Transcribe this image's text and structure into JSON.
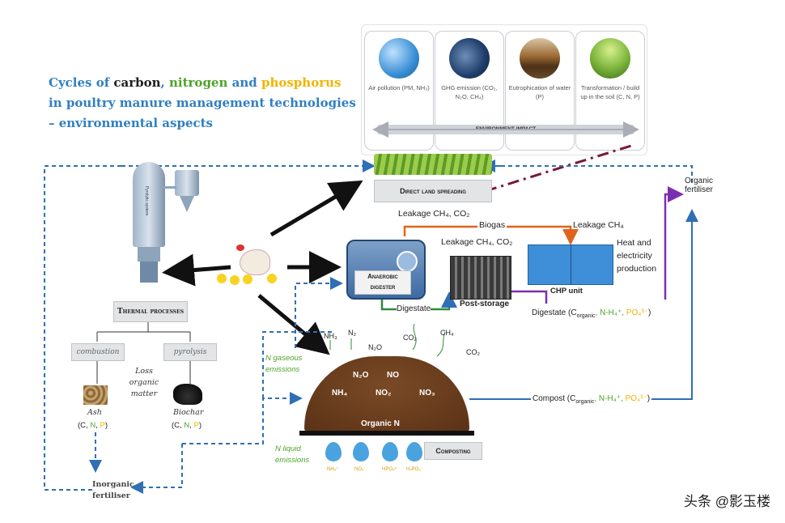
{
  "title": {
    "line1_a": "Cycles of ",
    "line1_carbon": "carbon",
    "line1_b": ", ",
    "line1_nitrogen": "nitrogen",
    "line1_and": " and ",
    "line1_phosphorus": "phosphorus",
    "line2": "in poultry manure management technologies",
    "line3": "– environmental aspects"
  },
  "environment_cards": [
    {
      "label": "Air pollution (PM, NH₃)",
      "color": "#3a8fd4"
    },
    {
      "label": "GHG emission (CO₂, N₂O, CH₄)",
      "color": "#1f3d6b"
    },
    {
      "label": "Eutrophication of water (P)",
      "color": "#9c6a34"
    },
    {
      "label": "Transformation / build up in the soil (C, N, P)",
      "color": "#7ab33a"
    }
  ],
  "environment_impact": "ENVIRONMENT IMPACT",
  "direct_land_spreading": "Direct land spreading",
  "organic_fertiliser": "Organic\nfertiliser",
  "leakage_land": "Leakage CH₄, CO₂",
  "biogas": "Biogas",
  "leakage_chp": "Leakage CH₄",
  "leakage_post": "Leakage CH₄, CO₂",
  "heat_electricity": "Heat and electricity production",
  "anaerobic_digester": "Anaerobic digester",
  "digestate_1": "Digestate",
  "post_storage": "Post-storage",
  "chp_unit": "CHP unit",
  "digestate_2_a": "Digestate (C",
  "digestate_2_b": "organic",
  "digestate_2_c": ", N-H₄⁺, ",
  "digestate_2_d": "PO₄³⁻",
  "digestate_2_e": ")",
  "pyrolytic_label": "Pyrolytic system",
  "thermal_processes": "Thermal processes",
  "combustion": "combustion",
  "pyrolysis": "pyrolysis",
  "loss_organic": "Loss organic matter",
  "ash": "Ash",
  "biochar": "Biochar",
  "element_c": "(C, ",
  "element_n": "N",
  "element_sep": ", ",
  "element_p": "P",
  "element_close": ")",
  "inorganic_fertiliser": "Inorganic fertiliser",
  "n_gaseous": "N gaseous emissions",
  "n_liquid": "N liquid emissions",
  "gas_labels": {
    "nh3": "NH₃",
    "n2": "N₂",
    "n2o": "N₂O",
    "co2a": "CO₂",
    "ch4": "CH₄",
    "co2b": "CO₂"
  },
  "heap_labels": {
    "n2o": "N₂O",
    "no": "NO",
    "nh4": "NH₄",
    "no2": "NO₂",
    "no3": "NO₃",
    "organic_n": "Organic N"
  },
  "drop_labels": [
    "NH₄⁺",
    "NO₃⁻",
    "HPO₄²⁻",
    "H₂PO₄⁻"
  ],
  "composting": "Composting",
  "compost_a": "Compost (C",
  "compost_b": "organic",
  "compost_c": ", N-H₄⁺, ",
  "compost_d": "PO₄³⁻",
  "compost_e": ")",
  "watermark": "头条 @影玉楼"
}
